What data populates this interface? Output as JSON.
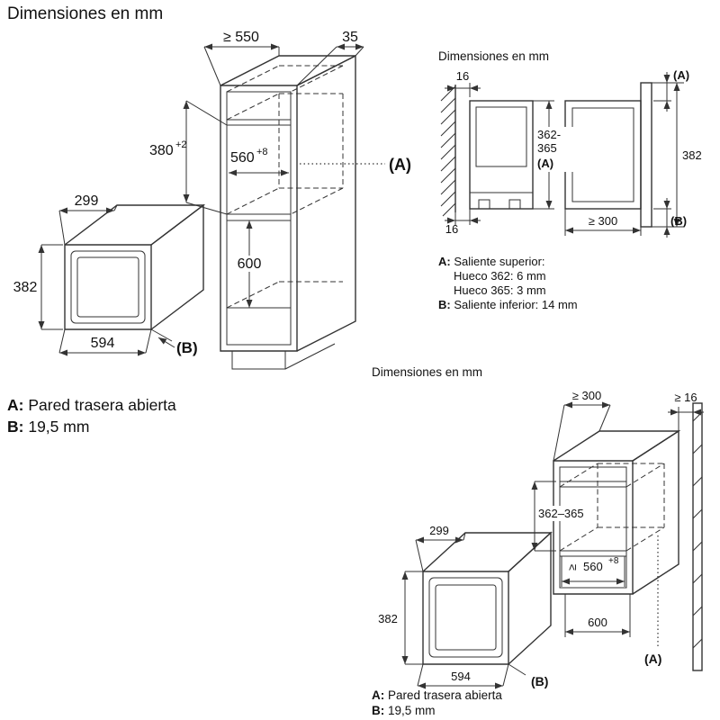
{
  "titles": {
    "main": "Dimensiones en mm",
    "section": "Dimensiones en mm",
    "bottom": "Dimensiones en mm"
  },
  "main": {
    "depth": "≥ 550",
    "top_gap": "35",
    "niche_height": "380",
    "niche_height_sup": "+2",
    "niche_width": "560",
    "niche_width_sup": "+8",
    "bottom_height": "600",
    "label_a": "(A)",
    "label_b": "(B)",
    "mw_depth": "299",
    "mw_height": "382",
    "mw_width": "594",
    "notes": {
      "a_key": "A:",
      "a_text": "Pared trasera abierta",
      "b_key": "B:",
      "b_text": "19,5 mm"
    }
  },
  "section": {
    "gap_top": "16",
    "gap_bottom": "16",
    "niche_range_line1": "362-",
    "niche_range_line2": "365",
    "niche_range_label": "(A)",
    "depth_min": "≥ 300",
    "front_height": "382",
    "label_a": "(A)",
    "label_b": "(B)",
    "notes": {
      "a_key": "A:",
      "a_text": "Saliente superior:",
      "a_sub1": "Hueco 362: 6 mm",
      "a_sub2": "Hueco 365: 3 mm",
      "b_key": "B:",
      "b_text": "Saliente inferior: 14 mm"
    }
  },
  "bottom": {
    "depth_min": "≥ 300",
    "wall_gap": "≥ 16",
    "niche_height": "362–365",
    "ge_sign": "≥",
    "niche_width": "560",
    "niche_width_sup": "+8",
    "base_width": "600",
    "mw_depth": "299",
    "mw_height": "382",
    "mw_width": "594",
    "label_a": "(A)",
    "label_b": "(B)",
    "notes": {
      "a_key": "A:",
      "a_text": "Pared trasera abierta",
      "b_key": "B:",
      "b_text": "19,5 mm"
    }
  }
}
